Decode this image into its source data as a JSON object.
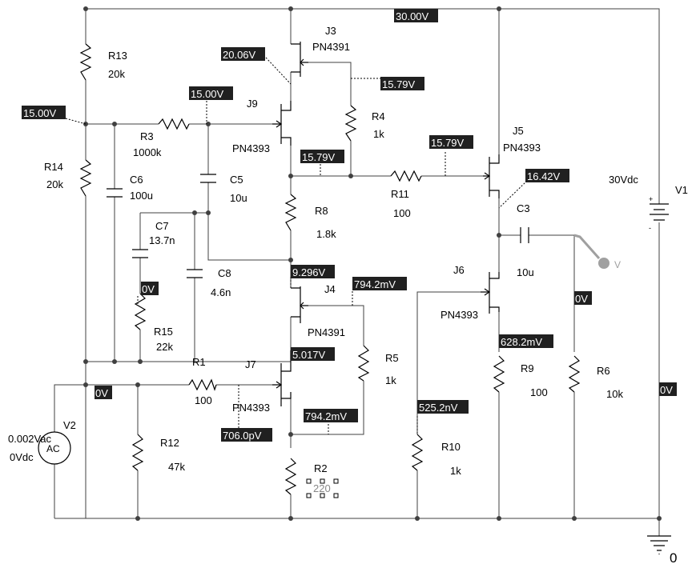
{
  "components": {
    "R13": {
      "ref": "R13",
      "value": "20k"
    },
    "R14": {
      "ref": "R14",
      "value": "20k"
    },
    "R3": {
      "ref": "R3",
      "value": "1000k"
    },
    "R4": {
      "ref": "R4",
      "value": "1k"
    },
    "R8": {
      "ref": "R8",
      "value": "1.8k"
    },
    "R11": {
      "ref": "R11",
      "value": "100"
    },
    "R15": {
      "ref": "R15",
      "value": "22k"
    },
    "R1": {
      "ref": "R1",
      "value": "100"
    },
    "R12": {
      "ref": "R12",
      "value": "47k"
    },
    "R5": {
      "ref": "R5",
      "value": "1k"
    },
    "R2": {
      "ref": "R2",
      "value": "220"
    },
    "R10": {
      "ref": "R10",
      "value": "1k"
    },
    "R9": {
      "ref": "R9",
      "value": "100"
    },
    "R6": {
      "ref": "R6",
      "value": "10k"
    },
    "C6": {
      "ref": "C6",
      "value": "100u"
    },
    "C5": {
      "ref": "C5",
      "value": "10u"
    },
    "C7": {
      "ref": "C7",
      "value": "13.7n"
    },
    "C8": {
      "ref": "C8",
      "value": "4.6n"
    },
    "C3": {
      "ref": "C3",
      "value": "10u"
    },
    "J3": {
      "ref": "J3",
      "model": "PN4391"
    },
    "J9": {
      "ref": "J9",
      "model": "PN4393"
    },
    "J5": {
      "ref": "J5",
      "model": "PN4393"
    },
    "J4": {
      "ref": "J4",
      "model": "PN4391"
    },
    "J7": {
      "ref": "J7",
      "model": "PN4393"
    },
    "J6": {
      "ref": "J6",
      "model": "PN4393"
    },
    "V1": {
      "ref": "V1",
      "value": "30Vdc"
    },
    "V2": {
      "ref": "V2",
      "value_ac": "0.002Vac",
      "value_dc": "0Vdc",
      "symbol": "AC"
    },
    "gnd": {
      "label": "0"
    },
    "probe": {
      "label": "V"
    }
  },
  "voltages": {
    "v_30": "30.00V",
    "v_15a": "15.00V",
    "v_15b": "15.00V",
    "v_2006": "20.06V",
    "v_1579_j3": "15.79V",
    "v_1579_a": "15.79V",
    "v_1579_b": "15.79V",
    "v_1642": "16.42V",
    "v_9296": "9.296V",
    "v_7942_j4": "794.2mV",
    "v_0_r15": "0V",
    "v_5017": "5.017V",
    "v_0_in": "0V",
    "v_7942_b": "794.2mV",
    "v_7060": "706.0pV",
    "v_5252": "525.2nV",
    "v_6282": "628.2mV",
    "v_0_r6": "0V",
    "v_0_v1": "0V"
  },
  "colors": {
    "wire": "#404040",
    "probe_box": "#202020",
    "probe_text": "#ffffff",
    "selection": "#000000",
    "probe_marker": "#a0a0a0"
  }
}
